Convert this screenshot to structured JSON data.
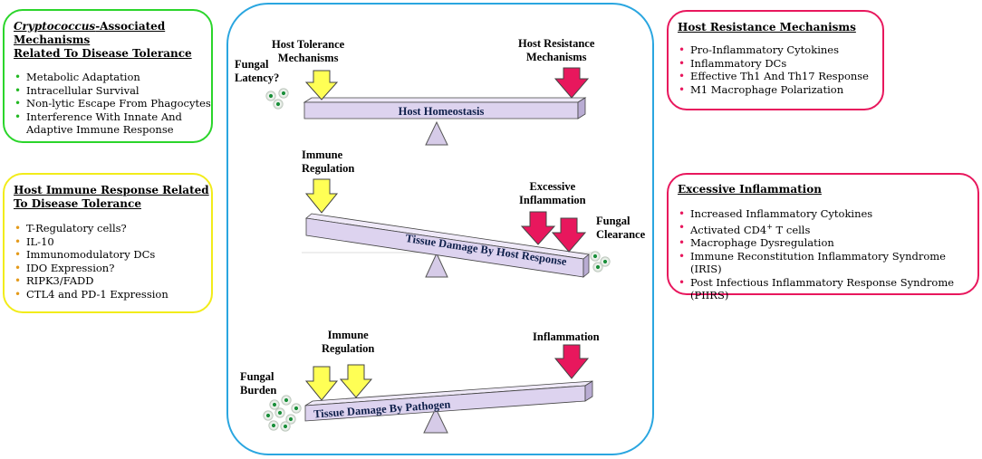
{
  "crypto_box": {
    "title_italic": "Cryptococcus",
    "title_rest": "-Associated Mechanisms",
    "title_line2": "Related To Disease Tolerance",
    "items": [
      "Metabolic Adaptation",
      "Intracellular Survival",
      "Non-lytic Escape From Phagocytes",
      "Interference With Innate And",
      "Adaptive Immune Response"
    ]
  },
  "host_immune_box": {
    "title_line1": "Host Immune Response Related",
    "title_line2": "To Disease Tolerance",
    "items": [
      "T-Regulatory cells?",
      "IL-10",
      "Immunomodulatory DCs",
      "IDO Expression?",
      "RIPK3/FADD",
      "CTL4 and PD-1 Expression"
    ]
  },
  "resistance_box": {
    "title": "Host Resistance Mechanisms",
    "items": [
      "Pro-Inflammatory Cytokines",
      "Inflammatory DCs",
      "Effective Th1 And Th17 Response",
      "M1 Macrophage Polarization"
    ]
  },
  "inflammation_box": {
    "title": "Excessive Inflammation",
    "items": [
      "Increased Inflammatory Cytokines",
      "Activated CD4",
      "T cells",
      "Macrophage Dysregulation",
      "Immune Reconstitution Inflammatory Syndrome (IRIS)",
      "Post Infectious Inflammatory Response Syndrome (PIIRS)"
    ],
    "sup": "+"
  },
  "scale1": {
    "left_label": "Host Tolerance Mechanisms",
    "left_label_l1": "Host Tolerance",
    "left_label_l2": "Mechanisms",
    "right_label_l1": "Host Resistance",
    "right_label_l2": "Mechanisms",
    "fungal_l1": "Fungal",
    "fungal_l2": "Latency?",
    "beam": "Host Homeostasis"
  },
  "scale2": {
    "left_label_l1": "Immune",
    "left_label_l2": "Regulation",
    "right_label_l1": "Excessive",
    "right_label_l2": "Inflammation",
    "fungal_l1": "Fungal",
    "fungal_l2": "Clearance",
    "beam": "Tissue Damage By Host Response"
  },
  "scale3": {
    "left_label_l1": "Immune",
    "left_label_l2": "Regulation",
    "right_label": "Inflammation",
    "fungal_l1": "Fungal",
    "fungal_l2": "Burden",
    "beam": "Tissue Damage By Pathogen"
  },
  "colors": {
    "green_border": "#2bd52b",
    "yellow_border": "#f2ec1a",
    "pink_border": "#e8175d",
    "blue_border": "#2aa6e0",
    "yellow_arrow": "#ffff55",
    "pink_arrow": "#e8175d",
    "beam_fill": "#ddd3ef",
    "fungal_green": "#1a8f3a"
  }
}
